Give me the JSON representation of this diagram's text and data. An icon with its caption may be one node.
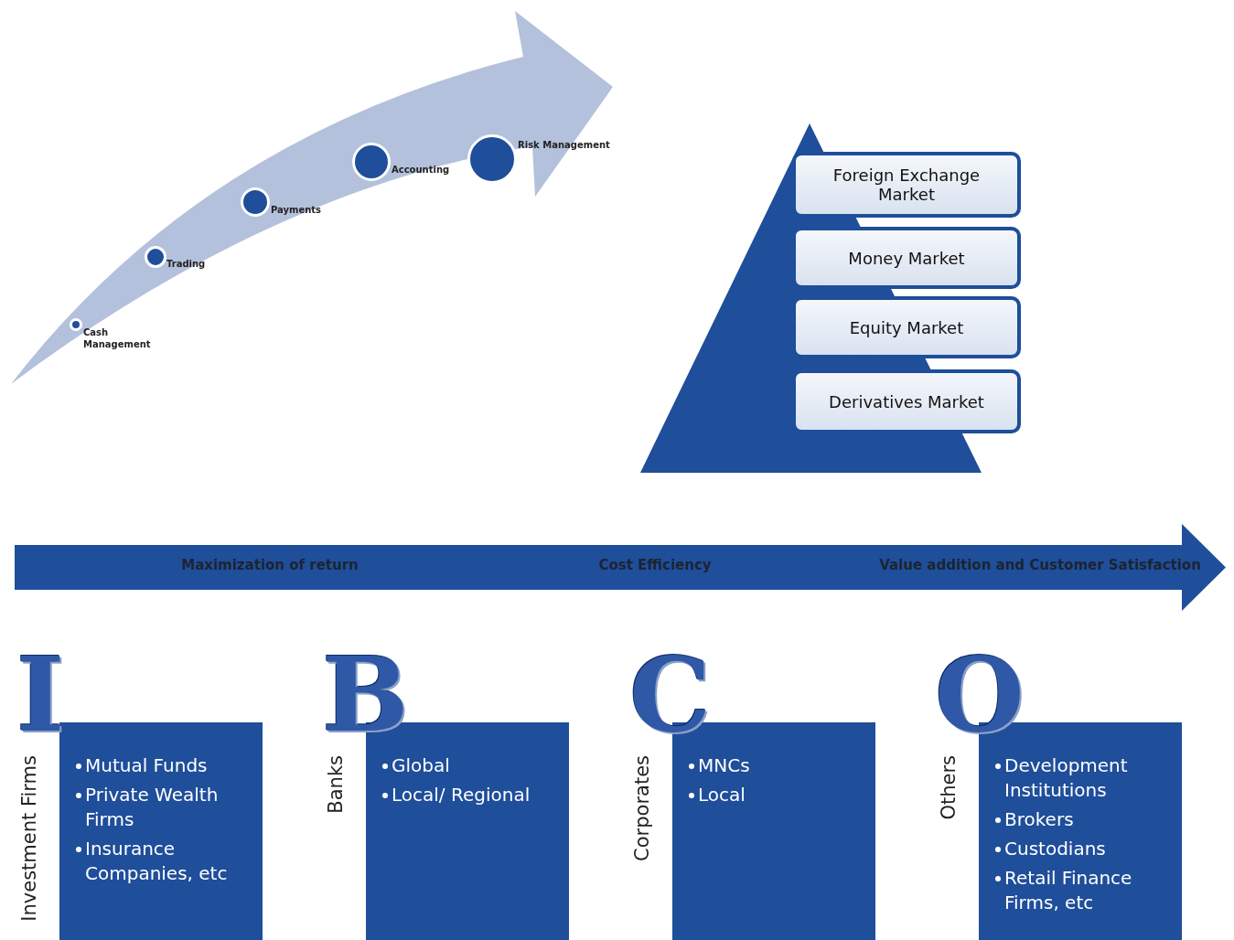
{
  "diagram": {
    "nodes": [
      {
        "text": [],
        "shape": "circle",
        "beside": [
          "Cash Management"
        ]
      },
      {
        "text": [],
        "shape": "circle",
        "beside": [
          "Trading"
        ]
      },
      {
        "text": [],
        "shape": "circle",
        "beside": [
          "Payments"
        ]
      },
      {
        "text": [],
        "shape": "circle",
        "beside": [
          "Accounting"
        ]
      },
      {
        "text": [],
        "shape": "circle",
        "beside": [
          "Risk Management"
        ]
      },
      {
        "text": [
          "Foreign Exchange Market"
        ]
      },
      {
        "text": [
          "Money Market"
        ]
      },
      {
        "text": [
          "Equity Market"
        ]
      },
      {
        "text": [
          "Derivatives Market"
        ]
      },
      {
        "text": [
          "Maximization of return",
          "Cost Efficiency",
          "Value addition and Customer Satisfaction"
        ]
      },
      {
        "text": [
          "Mutual Funds",
          "Private Wealth Firms",
          "Insurance Companies, etc"
        ],
        "beside": [
          "I",
          "Investment Firms"
        ]
      },
      {
        "text": [
          "Global",
          "Local/ Regional"
        ],
        "beside": [
          "B",
          "Banks"
        ]
      },
      {
        "text": [
          "MNCs",
          "Local"
        ],
        "beside": [
          "C",
          "Corporates"
        ]
      },
      {
        "text": [
          "Development Institutions",
          "Brokers",
          "Custodians",
          "Retail Finance Firms, etc"
        ],
        "beside": [
          "O",
          "Others"
        ]
      }
    ],
    "edges": []
  }
}
